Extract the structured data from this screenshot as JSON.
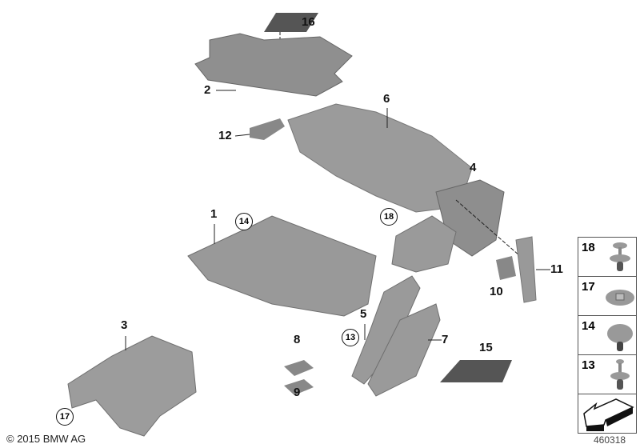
{
  "callouts": {
    "p1": "1",
    "p2": "2",
    "p3": "3",
    "p4": "4",
    "p5": "5",
    "p6": "6",
    "p7": "7",
    "p8": "8",
    "p9": "9",
    "p10": "10",
    "p11": "11",
    "p12": "12",
    "p15": "15",
    "p16": "16"
  },
  "circled_callouts": {
    "c13": "13",
    "c14": "14",
    "c17": "17",
    "c18": "18"
  },
  "legend": [
    {
      "label": "18",
      "icon": "push-clip-icon"
    },
    {
      "label": "17",
      "icon": "speed-nut-washer-icon"
    },
    {
      "label": "14",
      "icon": "mushroom-clip-icon"
    },
    {
      "label": "13",
      "icon": "expansion-rivet-icon"
    },
    {
      "label": "",
      "icon": "direction-arrow-icon"
    }
  ],
  "copyright": "© 2015 BMW AG",
  "image_number": "460318",
  "colors": {
    "part_fill": "#9a9a9a",
    "part_dark": "#6f6f6f",
    "mat_fill": "#555555"
  }
}
